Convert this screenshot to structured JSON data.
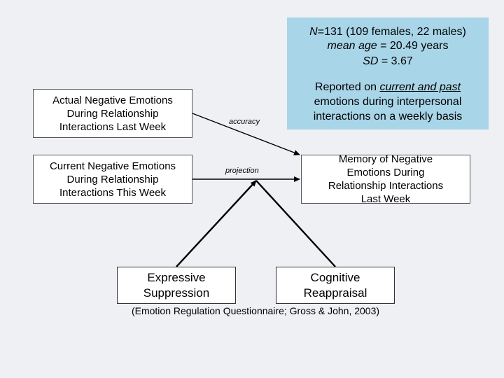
{
  "sample": {
    "line1_n": "N",
    "line1_rest": "=131 (109 females, 22 males)",
    "line2_label": "mean age",
    "line2_value": " = 20.49 years",
    "line3_label": "SD",
    "line3_value": " = 3.67",
    "report_prefix": "Reported on ",
    "report_underlined": "current and past",
    "report_line2": "emotions during interpersonal",
    "report_line3": "interactions on a weekly basis"
  },
  "boxes": {
    "actual": [
      "Actual Negative Emotions",
      "During Relationship",
      "Interactions Last Week"
    ],
    "current": [
      "Current Negative Emotions",
      "During Relationship",
      "Interactions This Week"
    ],
    "memory": [
      "Memory of Negative",
      "Emotions During",
      "Relationship Interactions",
      "Last Week"
    ],
    "suppression": [
      "Expressive",
      "Suppression"
    ],
    "reappraisal": [
      "Cognitive",
      "Reappraisal"
    ]
  },
  "paths": {
    "accuracy": "accuracy",
    "projection": "projection"
  },
  "caption": "(Emotion Regulation Questionnaire; Gross & John, 2003)",
  "colors": {
    "background": "#eef0f3",
    "info_panel": "#a9d5e8",
    "arrow": "#000000"
  }
}
